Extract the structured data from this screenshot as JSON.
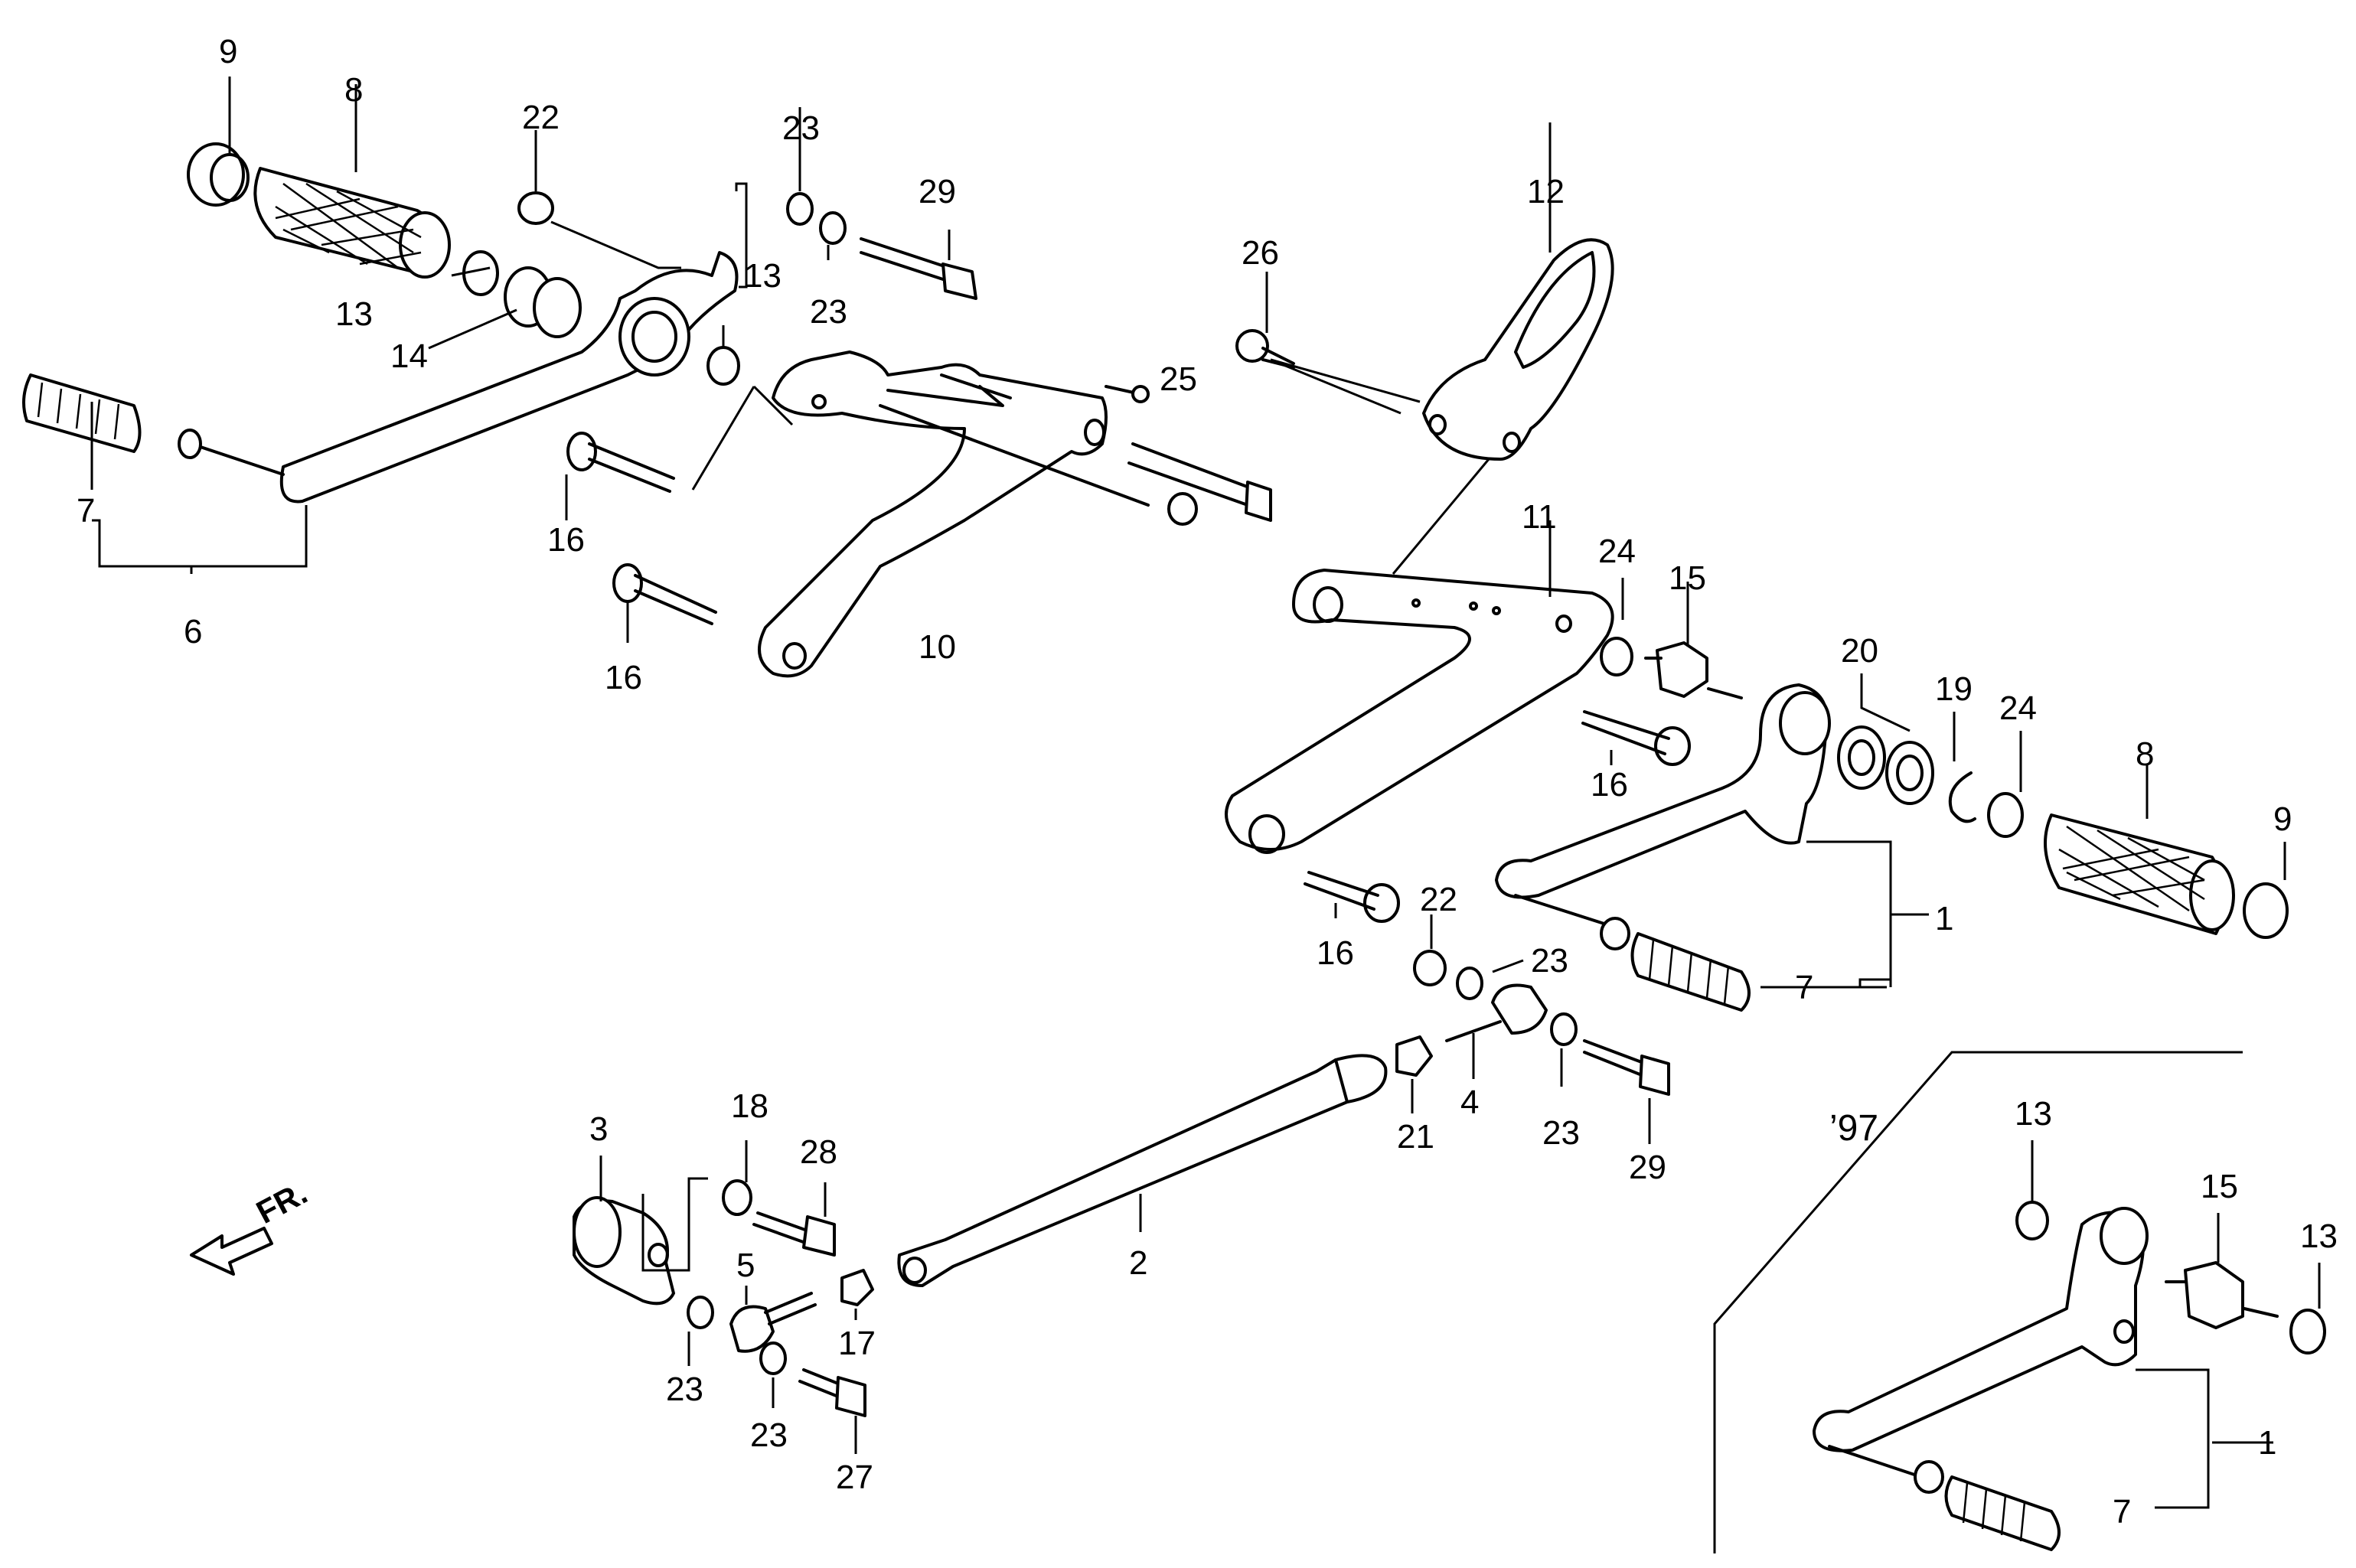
{
  "diagram": {
    "callouts": {
      "c1": "1",
      "c1b": "1",
      "c2": "2",
      "c3": "3",
      "c4": "4",
      "c5": "5",
      "c6": "6",
      "c7a": "7",
      "c7b": "7",
      "c7c": "7",
      "c8a": "8",
      "c8b": "8",
      "c9a": "9",
      "c9b": "9",
      "c10": "10",
      "c11": "11",
      "c12": "12",
      "c13a": "13",
      "c13b": "13",
      "c13c": "13",
      "c13d": "13",
      "c14": "14",
      "c15a": "15",
      "c15b": "15",
      "c16a": "16",
      "c16b": "16",
      "c16c": "16",
      "c16d": "16",
      "c17": "17",
      "c18": "18",
      "c19": "19",
      "c20": "20",
      "c21": "21",
      "c22a": "22",
      "c22b": "22",
      "c23a": "23",
      "c23b": "23",
      "c23c": "23",
      "c23d": "23",
      "c23e": "23",
      "c23f": "23",
      "c24a": "24",
      "c24b": "24",
      "c25": "25",
      "c26": "26",
      "c27": "27",
      "c28": "28",
      "c29a": "29",
      "c29b": "29"
    },
    "year_note": "’97",
    "front_marker": "FR."
  }
}
